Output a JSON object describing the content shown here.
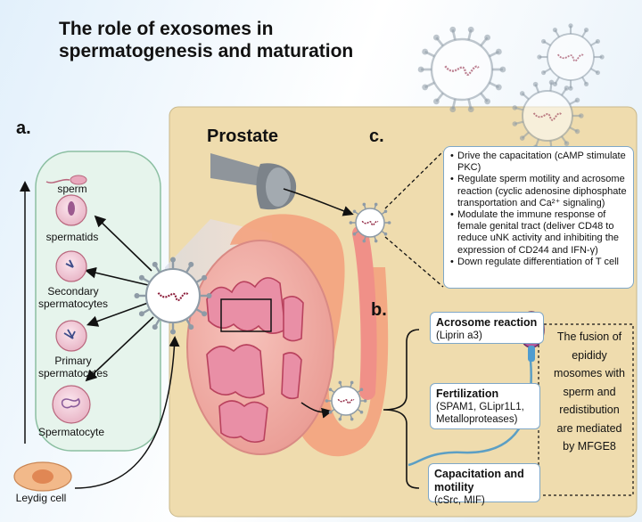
{
  "title": "The role of exosomes in spermatogenesis and maturation",
  "panel_letters": {
    "a": "a.",
    "b": "b.",
    "c": "c."
  },
  "prostate_label": "Prostate",
  "cells": {
    "sperm": "sperm",
    "spermatids": "spermatids",
    "secondary": "Secondary spermatocytes",
    "primary": "Primary spermatocytes",
    "spermatocyte": "Spermatocyte",
    "leydig": "Leydig cell"
  },
  "prostate_functions": [
    "Drive the capacitation (cAMP stimulate PKC)",
    "Regulate sperm motility and acrosome reaction (cyclic adenosine diphosphate transportation and Ca²⁺ signaling)",
    "Modulate the immune response of female genital tract (deliver CD48 to reduce uNK activity and inhibiting the expression of CD244 and IFN-γ)",
    "Down regulate differentiation of T cell"
  ],
  "epididymis_effects": [
    {
      "heading": "Acrosome reaction",
      "detail": "(Liprin a3)"
    },
    {
      "heading": "Fertilization",
      "detail": "(SPAM1, GLipr1L1, Metalloproteases)"
    },
    {
      "heading": "Capacitation and motility",
      "detail": "(cSrc, MIF)"
    }
  ],
  "fusion_note": "The fusion of epididy mosomes with sperm and redistibution are mediated by MFGE8",
  "colors": {
    "prostate_panel": "#efdcae",
    "spermatogenesis_panel": "#e6f4ec",
    "box_border": "#7fa7c7",
    "exosome_spike": "#8e9ba6"
  }
}
